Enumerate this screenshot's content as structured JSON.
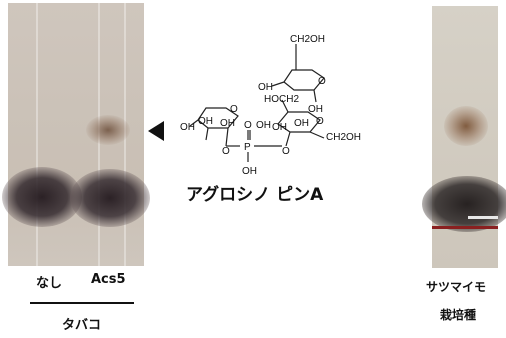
{
  "labels": {
    "lane_1": "なし",
    "lane_2": "Acs5",
    "group_left": "タバコ",
    "compound": "アグロシノ ピンA",
    "right_line1": "サツマイモ",
    "right_line2": "栽培種"
  },
  "structure": {
    "ch2oh_top": "CH2OH",
    "oh_a": "OH",
    "oh_b": "OH",
    "o_ring_top": "O",
    "hoch2": "HOCH2",
    "oh_c": "OH",
    "o_ring_mid": "O",
    "oh_d": "OH",
    "ch2oh_mid": "CH2OH",
    "oh_e": "OH",
    "o_ring_left": "O",
    "oh_f": "OH",
    "oh_g": "OH",
    "o_p_top": "O",
    "oh_p": "OH",
    "p": "P",
    "o_p_left": "O",
    "o_p_right": "O",
    "oh_bottom": "OH"
  },
  "arrow": {
    "icon": "triangle-left-icon"
  }
}
